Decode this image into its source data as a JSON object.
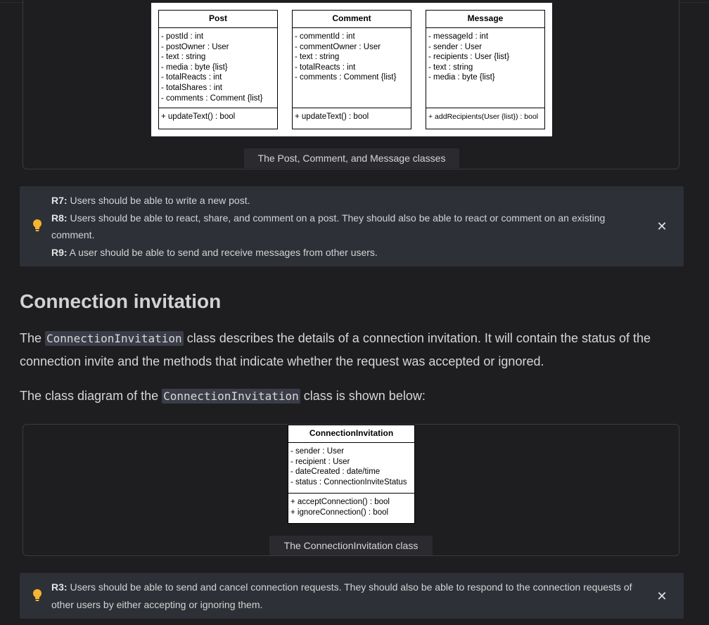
{
  "figure1": {
    "caption": "The Post, Comment, and Message classes",
    "classes": [
      {
        "name": "Post",
        "attributes": [
          "- postId : int",
          "- postOwner : User",
          "- text : string",
          "- media : byte {list}",
          "- totalReacts : int",
          "- totalShares : int",
          "- comments : Comment {list}"
        ],
        "methods": [
          "+ updateText() : bool"
        ]
      },
      {
        "name": "Comment",
        "attributes": [
          "- commentId : int",
          "- commentOwner : User",
          "- text : string",
          "- totalReacts : int",
          "- comments : Comment {list}"
        ],
        "methods": [
          "+ updateText() : bool"
        ]
      },
      {
        "name": "Message",
        "attributes": [
          "- messageId : int",
          "- sender : User",
          "- recipients : User {list}",
          "- text : string",
          "- media : byte {list}"
        ],
        "methods": [
          "+ addRecipients(User {list}) : bool"
        ]
      }
    ]
  },
  "callout1": {
    "icon": "lightbulb-icon",
    "icon_color": "#f5b52e",
    "items": [
      {
        "label": "R7:",
        "text": " Users should be able to write a new post."
      },
      {
        "label": "R8:",
        "text": " Users should be able to react, share, and comment on a post. They should also be able to react or comment on an existing comment."
      },
      {
        "label": "R9:",
        "text": " A user should be able to send and receive messages from other users."
      }
    ],
    "close_glyph": "✕"
  },
  "section": {
    "heading": "Connection invitation",
    "para1": {
      "before": "The ",
      "code": "ConnectionInvitation",
      "after": " class describes the details of a connection invitation. It will contain the status of the connection invite and the methods that indicate whether the request was accepted or ignored."
    },
    "para2": {
      "before": "The class diagram of the ",
      "code": "ConnectionInvitation",
      "after": " class is shown below:"
    }
  },
  "figure2": {
    "caption": "The ConnectionInvitation class",
    "class": {
      "name": "ConnectionInvitation",
      "attributes": [
        "- sender : User",
        "- recipient : User",
        "- dateCreated : date/time",
        "- status : ConnectionInviteStatus"
      ],
      "methods": [
        "+ acceptConnection() : bool",
        "+ ignoreConnection() : bool"
      ]
    }
  },
  "callout2": {
    "icon": "lightbulb-icon",
    "items": [
      {
        "label": "R3:",
        "text": " Users should be able to send and cancel connection requests. They should also be able to respond to the connection requests of other users by either accepting or ignoring them."
      }
    ],
    "close_glyph": "✕"
  }
}
